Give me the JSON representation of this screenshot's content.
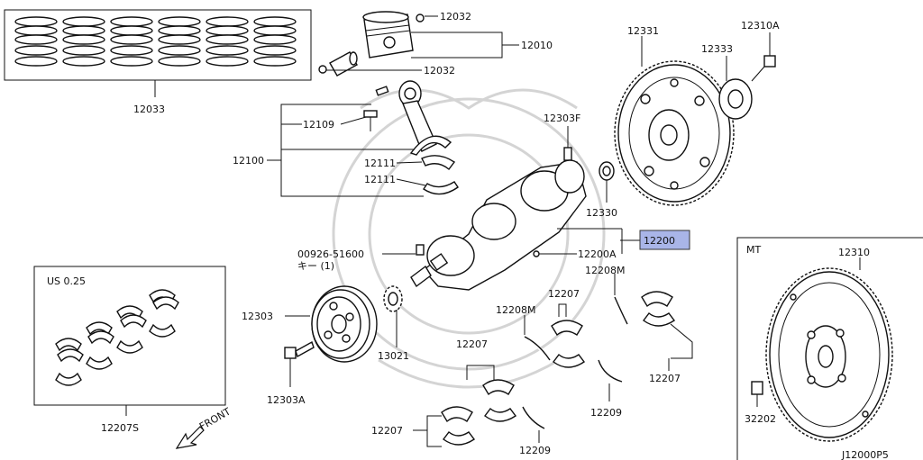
{
  "diagram_id": "J12000P5",
  "labels": {
    "piston_rings": "12033",
    "piston_clip_upper": "12032",
    "piston_clip_lower": "12032",
    "piston_assembly": "12010",
    "conrod_assembly": "12100",
    "conrod_bolt": "12109",
    "conrod_bearing_upper": "12111",
    "conrod_bearing_lower": "12111",
    "pilot_bushing": "12303F",
    "spacer": "12330",
    "crankshaft": "12200",
    "plug": "12200A",
    "key_code": "00926-51600",
    "key_qty": "キー (1)",
    "pulley": "12303",
    "pulley_bolt": "12303A",
    "sprocket": "13021",
    "flywheel_at": "12331",
    "flywheel_plate": "12333",
    "flywheel_bolt_at": "12310A",
    "thrust_washer_1": "12208M",
    "thrust_washer_2": "12208M",
    "main_bearing_1": "12207",
    "main_bearing_2": "12207",
    "main_bearing_3": "12207",
    "main_bearing_4": "12207",
    "washer_1": "12209",
    "washer_2": "12209",
    "undersize_title": "US 0.25",
    "undersize_bearing": "12207S",
    "mt_title": "MT",
    "flywheel_mt": "12310",
    "flywheel_bolt_mt": "32202",
    "front_label": "FRONT"
  },
  "highlight_color": "#a9b5e8"
}
